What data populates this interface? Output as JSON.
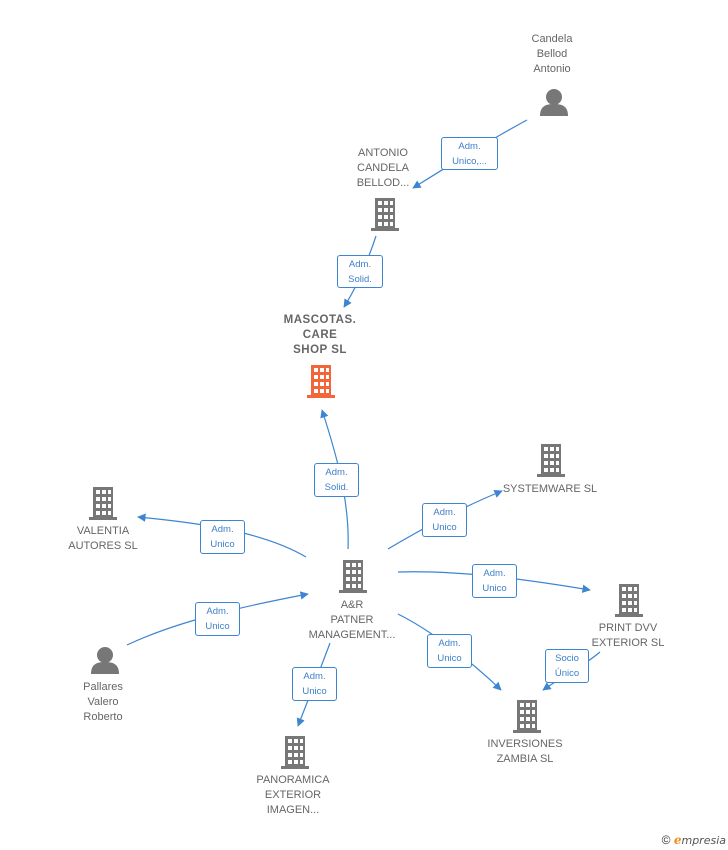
{
  "nodes": {
    "candela": {
      "label": "Candela\nBellod\nAntonio",
      "kind": "person"
    },
    "antonio_candela": {
      "label": "ANTONIO\nCANDELA\nBELLOD...",
      "kind": "company"
    },
    "mascotas": {
      "label": "MASCOTAS.\nCARE\nSHOP SL",
      "kind": "company-main"
    },
    "systemware": {
      "label": "SYSTEMWARE SL",
      "kind": "company"
    },
    "valentia": {
      "label": "VALENTIA\nAUTORES SL",
      "kind": "company"
    },
    "anr": {
      "label": "A&R\nPATNER\nMANAGEMENT...",
      "kind": "company"
    },
    "print_dvv": {
      "label": "PRINT DVV\nEXTERIOR SL",
      "kind": "company"
    },
    "pallares": {
      "label": "Pallares\nValero\nRoberto",
      "kind": "person"
    },
    "inversiones": {
      "label": "INVERSIONES\nZAMBIA SL",
      "kind": "company"
    },
    "panoramica": {
      "label": "PANORAMICA\nEXTERIOR\nIMAGEN...",
      "kind": "company"
    }
  },
  "edges": {
    "e1": "Adm.\nUnico,...",
    "e2": "Adm.\nSolid.",
    "e3": "Adm.\nSolid.",
    "e4": "Adm.\nUnico",
    "e5": "Adm.\nUnico",
    "e6": "Adm.\nUnico",
    "e7": "Adm.\nUnico",
    "e8": "Socio\nÚnico",
    "e9": "Adm.\nUnico",
    "e10": "Adm.\nUnico"
  },
  "colors": {
    "edge": "#3d85d1",
    "icon": "#777777",
    "main_icon": "#f2663a"
  },
  "footer": {
    "copyright": "©",
    "brand_first": "e",
    "brand_rest": "mpresia"
  }
}
